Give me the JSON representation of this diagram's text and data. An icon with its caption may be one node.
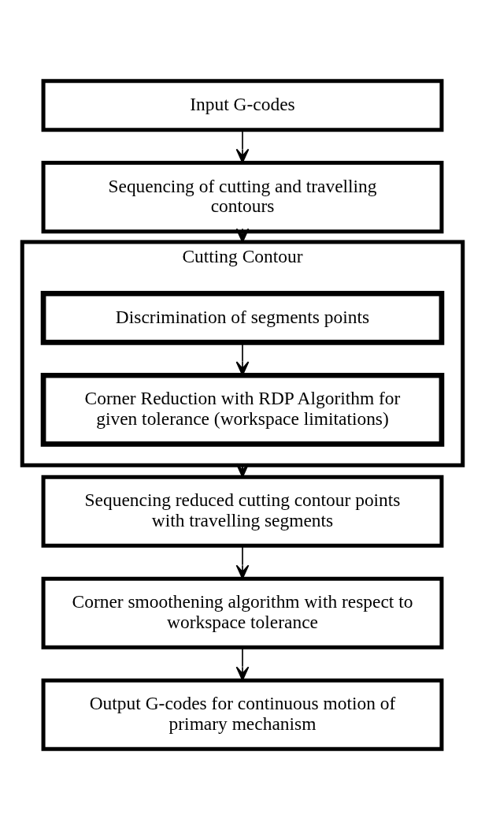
{
  "diagram": {
    "nodes": [
      {
        "text": [
          "Input G-codes"
        ]
      },
      {
        "text": [
          "Sequencing of cutting and travelling contours"
        ]
      },
      {
        "text": [
          "Cutting Contour"
        ]
      },
      {
        "text": [
          "Discrimination of segments points"
        ],
        "in": 2
      },
      {
        "text": [
          "Corner Reduction with RDP Algorithm for given tolerance (workspace limitations)"
        ],
        "in": 2
      },
      {
        "text": [
          "Sequencing reduced cutting contour points with travelling segments"
        ]
      },
      {
        "text": [
          "Corner smoothening algorithm with respect to workspace tolerance"
        ]
      },
      {
        "text": [
          "Output G-codes for continuous motion of primary mechanism"
        ]
      }
    ],
    "edges": [
      {
        "from": 0,
        "to": 1,
        "arrow": "to"
      },
      {
        "from": 1,
        "to": 2,
        "arrow": "to"
      },
      {
        "from": 3,
        "to": 4,
        "arrow": "to"
      },
      {
        "from": 2,
        "to": 5,
        "arrow": "to"
      },
      {
        "from": 5,
        "to": 6,
        "arrow": "to"
      },
      {
        "from": 6,
        "to": 7,
        "arrow": "to"
      }
    ]
  }
}
